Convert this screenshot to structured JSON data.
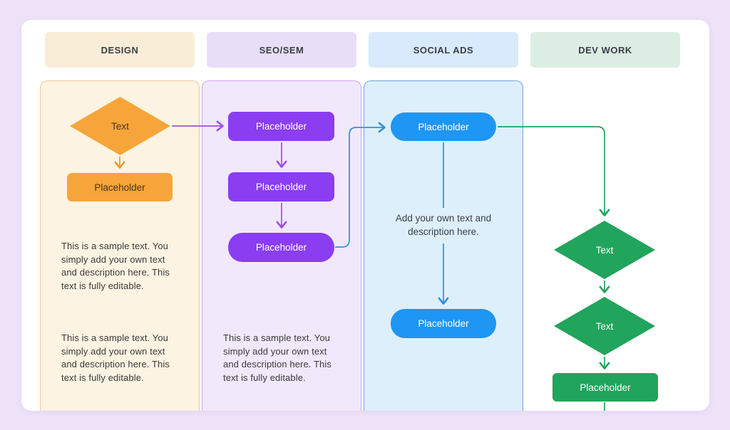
{
  "board": {
    "columns": [
      {
        "label": "DESIGN",
        "header_bg": "#FAEDD8",
        "lane_bg": "#FCF3E2",
        "accent": "#F6A53A"
      },
      {
        "label": "SEO/SEM",
        "header_bg": "#E9DEF8",
        "lane_bg": "#F2E8FB",
        "accent": "#8B3DF1"
      },
      {
        "label": "SOCIAL ADS",
        "header_bg": "#D8EAFB",
        "lane_bg": "#DEEFFC",
        "accent": "#1E96F3"
      },
      {
        "label": "DEV WORK",
        "header_bg": "#DCEEE3",
        "lane_bg": "#FFFFFF",
        "accent": "#21A45B"
      }
    ]
  },
  "nodes": {
    "design_decision": "Text",
    "design_step": "Placeholder",
    "seo_step1": "Placeholder",
    "seo_step2": "Placeholder",
    "seo_step3": "Placeholder",
    "social_entry": "Placeholder",
    "social_end": "Placeholder",
    "dev_decision1": "Text",
    "dev_decision2": "Text",
    "dev_step": "Placeholder"
  },
  "annotations": {
    "sample_paragraph": "This is a sample text. You simply add your own text and description here. This text is fully editable.",
    "social_note": "Add your own text and description here."
  },
  "connector_colors": {
    "orange": "#E89A2E",
    "purple": "#9B4FE8",
    "blue": "#2B93DC",
    "green": "#21A45B"
  }
}
